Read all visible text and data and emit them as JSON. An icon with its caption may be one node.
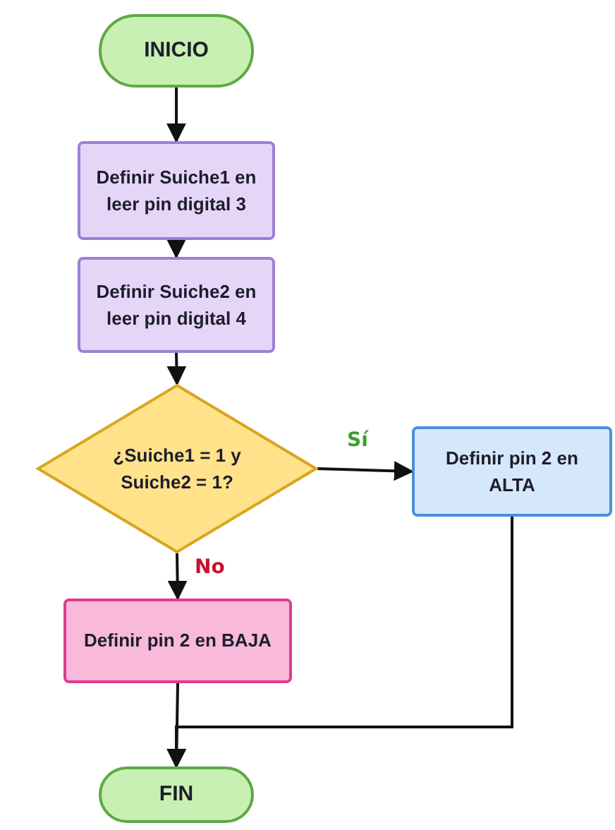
{
  "diagram": {
    "nodes": [
      {
        "text": [
          "INICIO"
        ]
      },
      {
        "text": [
          "Definir Suiche1 en leer pin digital 3"
        ]
      },
      {
        "text": [
          "Definir Suiche2 en leer pin digital 4"
        ]
      },
      {
        "text": [
          "¿Suiche1 = 1 y Suiche2 = 1?"
        ]
      },
      {
        "text": [
          "Definir pin 2 en ALTA"
        ]
      },
      {
        "text": [
          "Definir pin 2 en BAJA"
        ]
      },
      {
        "text": [
          "FIN"
        ]
      }
    ],
    "edges": [
      {
        "from": 0,
        "to": 1,
        "arrow": "to"
      },
      {
        "from": 1,
        "to": 2,
        "arrow": "to"
      },
      {
        "from": 2,
        "to": 3,
        "arrow": "to"
      },
      {
        "from": 3,
        "to": 4,
        "arrow": "to",
        "label": "Sí"
      },
      {
        "from": 3,
        "to": 5,
        "arrow": "to",
        "label": "No"
      },
      {
        "from": 5,
        "to": 6,
        "arrow": "to"
      },
      {
        "from": 4,
        "to": 6,
        "arrow": "to"
      }
    ]
  }
}
